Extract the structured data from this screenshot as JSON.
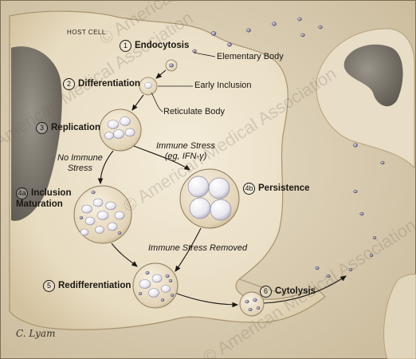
{
  "host_cell_label": "HOST CELL",
  "steps": [
    {
      "num": "1",
      "label": "Endocytosis"
    },
    {
      "num": "2",
      "label": "Differentiation"
    },
    {
      "num": "3",
      "label": "Replication"
    },
    {
      "num": "4a",
      "label": "Inclusion\nMaturation"
    },
    {
      "num": "4b",
      "label": "Persistence"
    },
    {
      "num": "5",
      "label": "Redifferentiation"
    },
    {
      "num": "6",
      "label": "Cytolysis"
    }
  ],
  "labels": {
    "elementary_body": "Elementary Body",
    "early_inclusion": "Early Inclusion",
    "reticulate_body": "Reticulate Body",
    "no_immune_stress": "No Immune\nStress",
    "immune_stress": "Immune Stress\n(eg, IFN-γ)",
    "immune_stress_removed": "Immune Stress Removed"
  },
  "signature": "C. Lyam",
  "watermark": "© American Medical Association"
}
